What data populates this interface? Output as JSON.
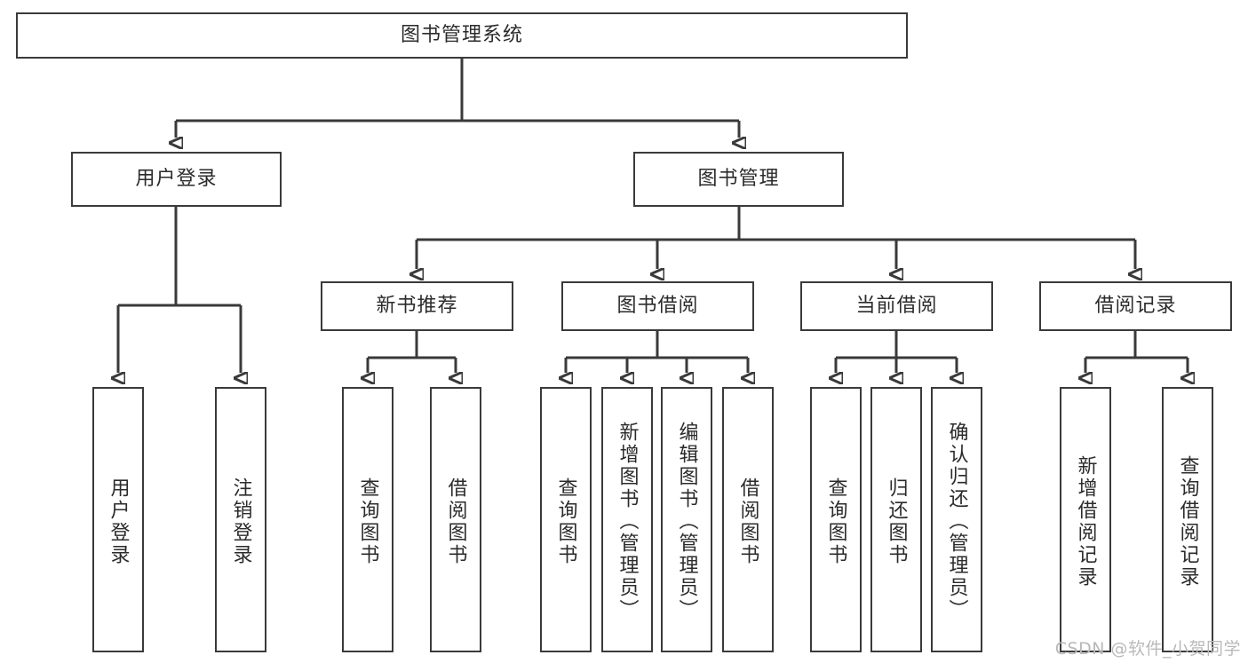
{
  "diagram": {
    "title": "图书管理系统",
    "watermark": "CSDN @软件_小贺同学",
    "type": "tree-hierarchy-diagram",
    "colors": {
      "box_border": "#3a3a3a",
      "box_fill": "#ffffff",
      "text": "#2b2b2b",
      "canvas": "#ffffff",
      "watermark": "#b9b9b9"
    },
    "root": {
      "label": "图书管理系统"
    },
    "level1": [
      {
        "label": "用户登录"
      },
      {
        "label": "图书管理"
      }
    ],
    "level2": [
      {
        "label": "新书推荐"
      },
      {
        "label": "图书借阅"
      },
      {
        "label": "当前借阅"
      },
      {
        "label": "借阅记录"
      }
    ],
    "leaves": {
      "user_login": [
        {
          "label": "用户登录"
        },
        {
          "label": "注销登录"
        }
      ],
      "new_book_recommend": [
        {
          "label": "查询图书"
        },
        {
          "label": "借阅图书"
        }
      ],
      "book_borrow": [
        {
          "label": "查询图书"
        },
        {
          "label": "新增图书（管理员）"
        },
        {
          "label": "编辑图书（管理员）"
        },
        {
          "label": "借阅图书"
        }
      ],
      "current_borrow": [
        {
          "label": "查询图书"
        },
        {
          "label": "归还图书"
        },
        {
          "label": "确认归还（管理员）"
        }
      ],
      "borrow_record": [
        {
          "label": "新增借阅记录"
        },
        {
          "label": "查询借阅记录"
        }
      ]
    }
  }
}
